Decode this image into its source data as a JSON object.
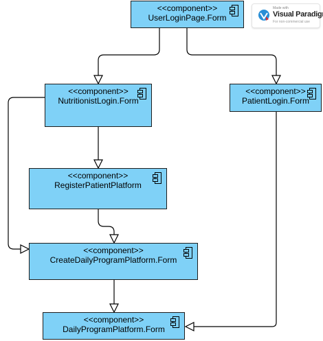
{
  "components": [
    {
      "id": "userlogin",
      "stereotype": "<<component>>",
      "name": "UserLoginPage.Form"
    },
    {
      "id": "nutritionist",
      "stereotype": "<<component>>",
      "name": "NutritionistLogin.Form"
    },
    {
      "id": "patient",
      "stereotype": "<<component>>",
      "name": "PatientLogin.Form"
    },
    {
      "id": "register",
      "stereotype": "<<component>>",
      "name": "RegisterPatientPlatform"
    },
    {
      "id": "createdaily",
      "stereotype": "<<component>>",
      "name": "CreateDailyProgramPlatform.Form"
    },
    {
      "id": "dailyprogram",
      "stereotype": "<<component>>",
      "name": "DailyProgramPlatform.Form"
    }
  ],
  "relationships": [
    {
      "from": "userlogin",
      "to": "nutritionist",
      "type": "generalization"
    },
    {
      "from": "userlogin",
      "to": "patient",
      "type": "generalization"
    },
    {
      "from": "nutritionist",
      "to": "register",
      "type": "generalization"
    },
    {
      "from": "nutritionist",
      "to": "createdaily",
      "type": "generalization"
    },
    {
      "from": "register",
      "to": "createdaily",
      "type": "generalization"
    },
    {
      "from": "createdaily",
      "to": "dailyprogram",
      "type": "generalization"
    },
    {
      "from": "patient",
      "to": "dailyprogram",
      "type": "generalization"
    }
  ],
  "watermark": {
    "made_with": "Made with",
    "brand": "Visual Paradigm",
    "note": "For non-commercial use"
  },
  "colors": {
    "component_fill": "#7fd1f7",
    "border": "#1c1c1c"
  }
}
